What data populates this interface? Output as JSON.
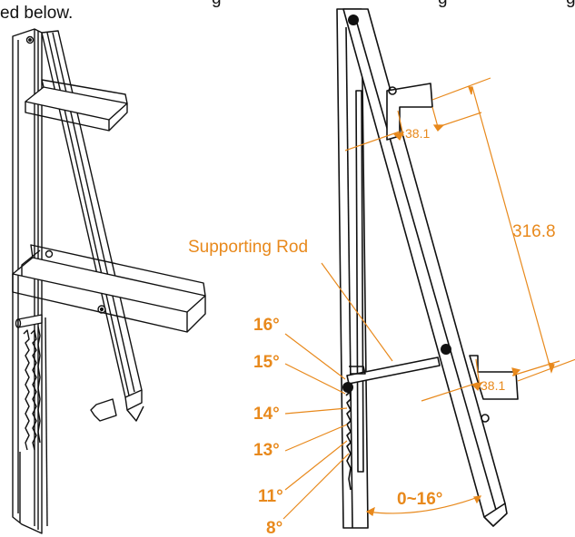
{
  "header": {
    "line_end": "ed below.",
    "clipped_fragments": [
      "g",
      "g",
      "g"
    ]
  },
  "diagram": {
    "dimensions": {
      "span": "316.8",
      "offset_top": "38.1",
      "offset_bottom": "38.1",
      "angle_range": "0~16°"
    },
    "labels": {
      "supporting_rod": "Supporting Rod"
    },
    "angle_stops": [
      "16°",
      "15°",
      "14°",
      "13°",
      "11°",
      "8°"
    ]
  },
  "colors": {
    "accent": "#E8891C",
    "line": "#111111",
    "background": "#FFFFFF"
  }
}
